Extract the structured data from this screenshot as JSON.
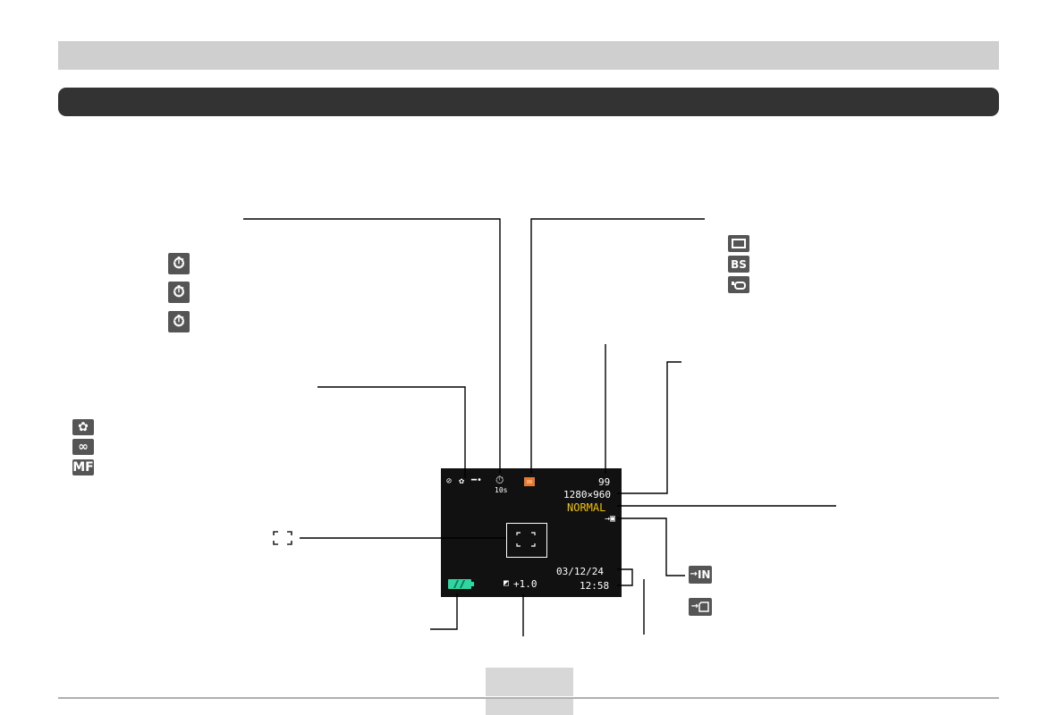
{
  "lcd": {
    "timer_sub": "10s",
    "shot_count": "99",
    "resolution": "1280×960",
    "quality": "NORMAL",
    "date": "03/12/24",
    "time": "12:58",
    "ev_value": "+1.0"
  },
  "legend": {
    "timer_icons": [
      "self-timer-icon",
      "self-timer-icon",
      "self-timer-icon"
    ],
    "focus_icons": [
      "macro-icon",
      "infinity-icon",
      "manual-focus-icon"
    ],
    "focus_labels": [
      "✿",
      "∞",
      "MF"
    ],
    "record_mode_icons": [
      "snapshot-icon",
      "best-shot-icon",
      "movie-icon"
    ],
    "record_mode_labels": [
      "",
      "BS",
      ""
    ],
    "memory_icons": [
      "built-in-memory-icon",
      "memory-card-icon"
    ],
    "memory_labels": [
      "IN",
      ""
    ]
  },
  "colors": {
    "lcd_background": "#111111",
    "quality_text": "#f2c200",
    "record_mode_indicator": "#e8792e",
    "battery": "#2fd6a0",
    "header_bar": "#cfcfcf",
    "title_bar": "#333333"
  }
}
